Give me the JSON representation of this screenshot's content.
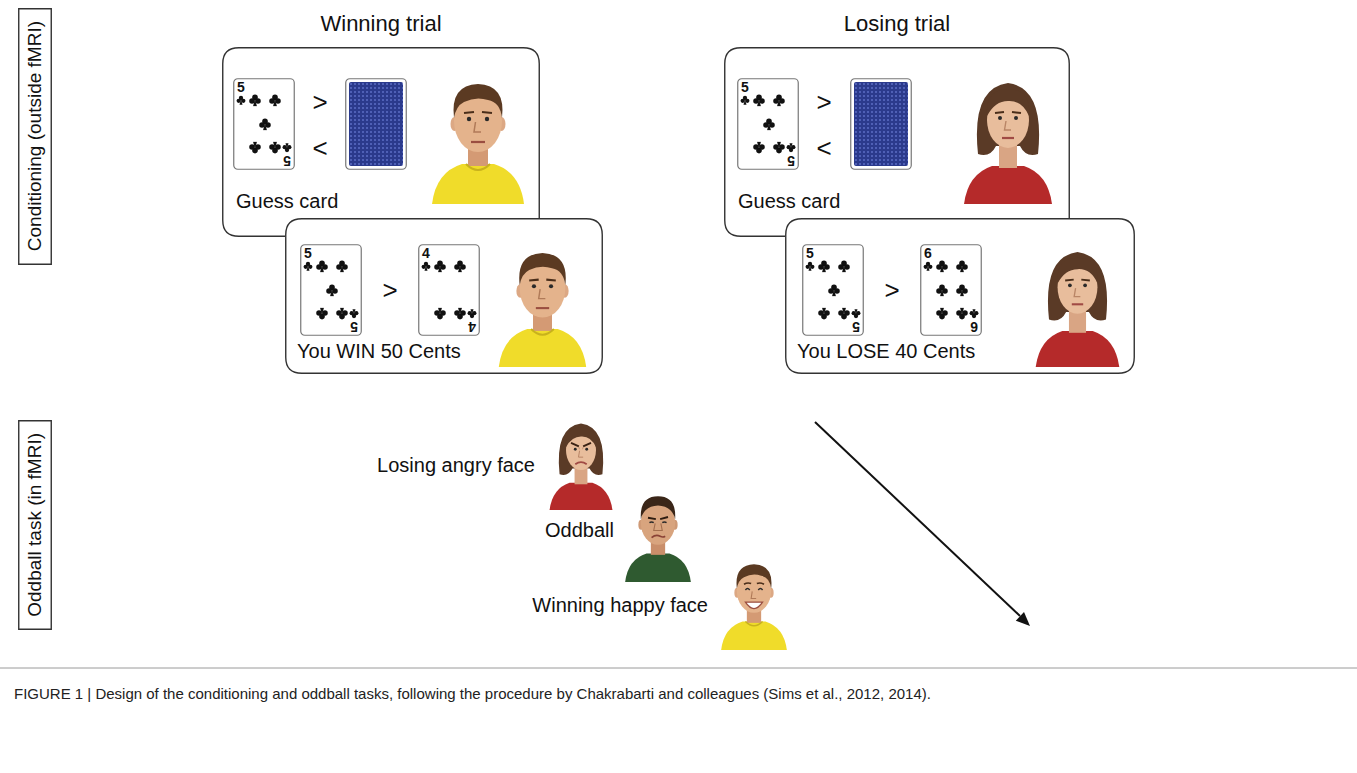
{
  "diagram": {
    "caption": "FIGURE 1 | Design of the conditioning and oddball tasks, following the procedure by Chakrabarti and colleagues (Sims et al., 2012, 2014).",
    "nodes": [
      {
        "text": [
          "Conditioning (outside fMRI)"
        ]
      },
      {
        "text": [
          "Winning trial",
          "Guess card"
        ]
      },
      {
        "text": [
          "You WIN 50 Cents"
        ]
      },
      {
        "text": [
          "Losing trial",
          "Guess card"
        ]
      },
      {
        "text": [
          "You LOSE 40 Cents"
        ]
      },
      {
        "text": [
          "Oddball task (in fMRI)"
        ]
      }
    ],
    "labels": [
      "5",
      "5",
      ">",
      "<",
      "5",
      "5",
      ">",
      "4",
      "4",
      "5",
      "5",
      ">",
      "<",
      "5",
      "5",
      ">",
      "6",
      "6",
      "Losing angry face",
      "Oddball",
      "Winning happy face"
    ]
  }
}
